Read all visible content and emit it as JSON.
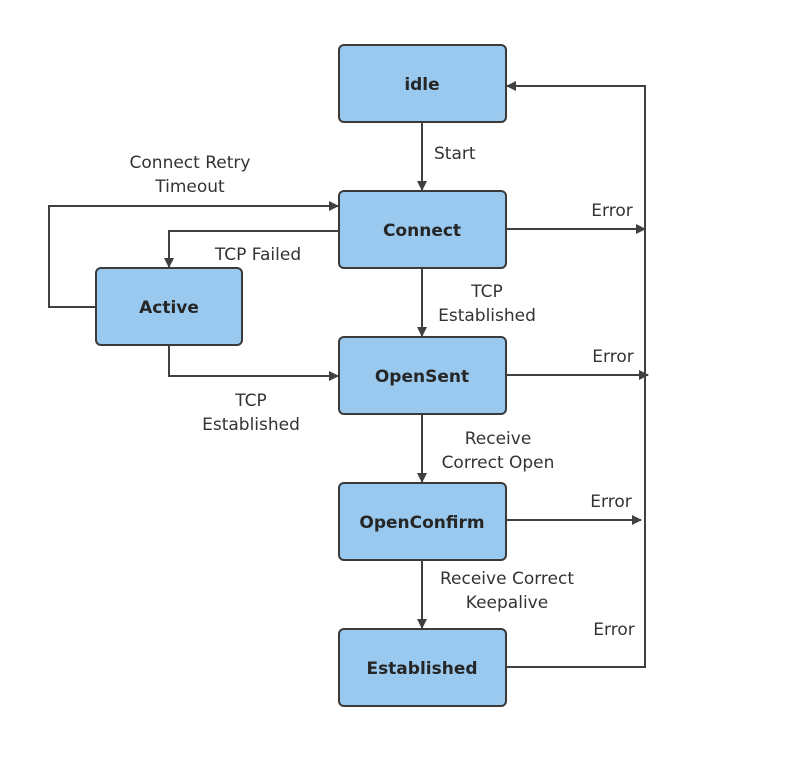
{
  "diagram": {
    "states": {
      "idle": "idle",
      "connect": "Connect",
      "active": "Active",
      "opensent": "OpenSent",
      "openconfirm": "OpenConfirm",
      "established": "Established"
    },
    "edges": {
      "start": "Start",
      "retry_line1": "Connect Retry",
      "retry_line2": "Timeout",
      "tcp_failed": "TCP Failed",
      "tcp_est_right_line1": "TCP",
      "tcp_est_right_line2": "Established",
      "tcp_est_left_line1": "TCP",
      "tcp_est_left_line2": "Established",
      "recv_open_line1": "Receive",
      "recv_open_line2": "Correct Open",
      "recv_keep_line1": "Receive Correct",
      "recv_keep_line2": "Keepalive",
      "error_connect": "Error",
      "error_opensent": "Error",
      "error_openconfirm": "Error",
      "error_established": "Error"
    },
    "colors": {
      "box_fill": "#99c9ee",
      "box_stroke": "#3a3a3a",
      "line": "#404040"
    }
  }
}
